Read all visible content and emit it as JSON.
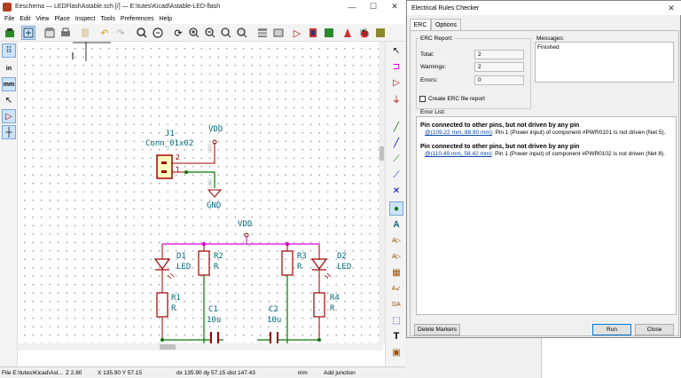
{
  "eeschema": {
    "title": "Eeschema — LEDFlashAstable.sch [/] — E:\\tutes\\Kicad\\Astable-LED-flash",
    "window_buttons": [
      "—",
      "☐",
      "✕"
    ],
    "menu": [
      "File",
      "Edit",
      "View",
      "Place",
      "Inspect",
      "Tools",
      "Preferences",
      "Help"
    ],
    "left_tools": [
      {
        "icon": "grid-icon",
        "glyph": "⠿"
      },
      {
        "icon": "inches-icon",
        "glyph": "in"
      },
      {
        "icon": "millimeters-icon",
        "glyph": "mm"
      },
      {
        "icon": "cursor-icon",
        "glyph": "↖"
      },
      {
        "icon": "hidden-pins-icon",
        "glyph": "▷"
      },
      {
        "icon": "wire-angle-icon",
        "glyph": "┼"
      }
    ],
    "right_tools": [
      {
        "icon": "select-icon",
        "glyph": "↖"
      },
      {
        "icon": "highlight-net-icon",
        "glyph": "⊐"
      },
      {
        "icon": "add-symbol-icon",
        "glyph": "▷"
      },
      {
        "icon": "add-power-icon",
        "glyph": "⏚"
      },
      {
        "icon": "add-wire-icon",
        "glyph": "╱"
      },
      {
        "icon": "add-bus-icon",
        "glyph": "╱"
      },
      {
        "icon": "wire-to-bus-icon",
        "glyph": "⟋"
      },
      {
        "icon": "bus-to-bus-icon",
        "glyph": "⟋"
      },
      {
        "icon": "no-connect-icon",
        "glyph": "✕"
      },
      {
        "icon": "add-junction-icon",
        "glyph": "●"
      },
      {
        "icon": "add-label-icon",
        "glyph": "A"
      },
      {
        "icon": "global-label-icon",
        "glyph": "A▷"
      },
      {
        "icon": "hier-label-icon",
        "glyph": "A▷"
      },
      {
        "icon": "hier-sheet-icon",
        "glyph": "▦"
      },
      {
        "icon": "import-pin-icon",
        "glyph": "A↙"
      },
      {
        "icon": "sheet-pin-icon",
        "glyph": "DA"
      },
      {
        "icon": "add-line-icon",
        "glyph": "⬚"
      },
      {
        "icon": "add-text-icon",
        "glyph": "T"
      },
      {
        "icon": "add-image-icon",
        "glyph": "▣"
      }
    ],
    "status": {
      "file": "File E:\\tutes\\Kicad\\Ast...",
      "zoom": "Z 2.80",
      "xy": "X 135.90  Y 57.15",
      "dxy": "dx 135.90  dy 57.15  dist 147.43",
      "units": "mm",
      "mode": "Add junction"
    },
    "schematic": {
      "j1_ref": "J1",
      "j1_value": "Conn_01x02",
      "pin2": "2",
      "pin1": "1",
      "vdd1": "VDD",
      "gnd": "GND",
      "vdd2": "VDD",
      "vdd_small": "VDD",
      "gnd_small": "GND",
      "d1_ref": "D1",
      "d1_val": "LED",
      "r2_ref": "R2",
      "r2_val": "R",
      "r3_ref": "R3",
      "r3_val": "R",
      "d2_ref": "D2",
      "d2_val": "LED",
      "r1_ref": "R1",
      "r1_val": "R",
      "r4_ref": "R4",
      "r4_val": "R",
      "c1_ref": "C1",
      "c1_val": "10u",
      "c2_ref": "C2",
      "c2_val": "10u"
    }
  },
  "erc": {
    "title": "Electrical Rules Checker",
    "close_glyph": "✕",
    "tabs": [
      "ERC",
      "Options"
    ],
    "report_label": "ERC Report:",
    "total_label": "Total:",
    "total_value": "2",
    "warnings_label": "Warnings:",
    "warnings_value": "2",
    "errors_label": "Errors:",
    "errors_value": "0",
    "create_report_label": "Create ERC file report",
    "messages_label": "Messages:",
    "messages_text": "Finished",
    "errlist_label": "Error List:",
    "errors": [
      {
        "heading": "Pin connected to other pins, but not driven by any pin",
        "link": "@(109.22 mm, 88.90 mm)",
        "detail": ": Pin 1 (Power input) of component #PWR0101 is not driven (Net 5)."
      },
      {
        "heading": "Pin connected to other pins, but not driven by any pin",
        "link": "@(110.49 mm, 58.42 mm)",
        "detail": ": Pin 1 (Power input) of component #PWR0102 is not driven (Net 8)."
      }
    ],
    "delete_markers": "Delete Markers",
    "run": "Run",
    "close": "Close"
  },
  "colors": {
    "wire": "#007800",
    "power_symbol": "#a00000",
    "selected_net": "#e000e0",
    "ref_text": "#006a7a"
  }
}
